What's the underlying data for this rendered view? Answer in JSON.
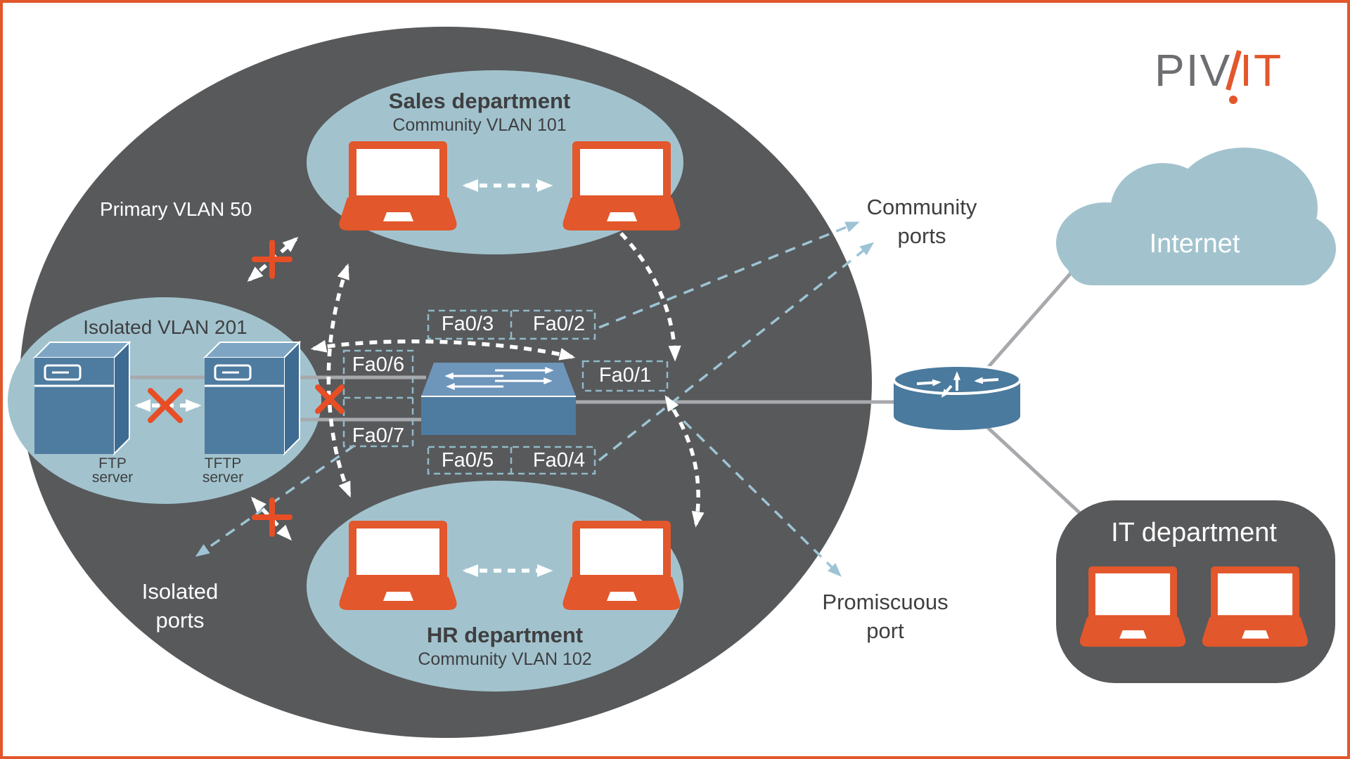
{
  "logo": {
    "gray": "PIV",
    "orange": "IT"
  },
  "primary_vlan": {
    "label": "Primary VLAN 50"
  },
  "sales": {
    "title": "Sales department",
    "subtitle": "Community VLAN 101"
  },
  "hr": {
    "title": "HR department",
    "subtitle": "Community VLAN 102"
  },
  "isolated_vlan": {
    "title": "Isolated VLAN 201",
    "ftp": {
      "line1": "FTP",
      "line2": "server"
    },
    "tftp": {
      "line1": "TFTP",
      "line2": "server"
    }
  },
  "switch_ports": {
    "fa01": "Fa0/1",
    "fa02": "Fa0/2",
    "fa03": "Fa0/3",
    "fa04": "Fa0/4",
    "fa05": "Fa0/5",
    "fa06": "Fa0/6",
    "fa07": "Fa0/7"
  },
  "port_annotations": {
    "community": {
      "line1": "Community",
      "line2": "ports"
    },
    "promiscuous": {
      "line1": "Promiscuous",
      "line2": "port"
    },
    "isolated": {
      "line1": "Isolated",
      "line2": "ports"
    }
  },
  "internet": {
    "label": "Internet"
  },
  "it_department": {
    "title": "IT department"
  },
  "colors": {
    "dark_gray": "#58595b",
    "light_blue": "#a2c3ce",
    "steel_blue": "#4e7ba0",
    "steel_blue_light": "#6e95ba",
    "orange": "#e2572b",
    "blocked_orange": "#e84e25",
    "line_gray": "#a7a9ac",
    "dashed_blue": "#9dc4d4",
    "port_box_blue": "#8fb9c9"
  }
}
